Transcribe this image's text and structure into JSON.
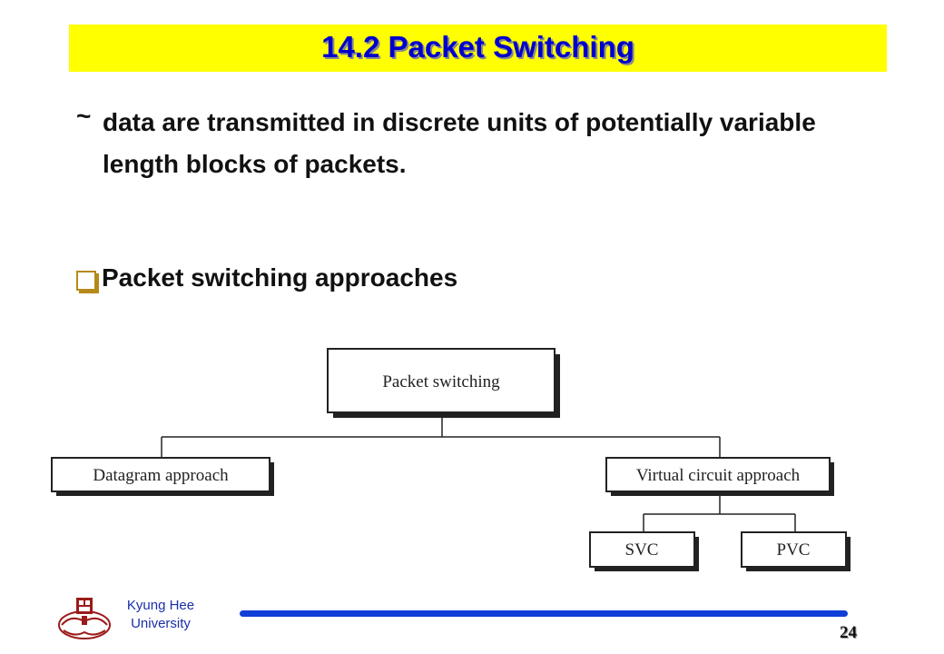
{
  "title": "14.2 Packet Switching",
  "bullet": {
    "marker": "~",
    "text": "data are transmitted in discrete units of potentially variable length blocks of packets."
  },
  "subheading": "Packet switching approaches",
  "diagram": {
    "root": "Packet switching",
    "children": [
      "Datagram approach",
      "Virtual circuit approach"
    ],
    "grandchildren": [
      "SVC",
      "PVC"
    ]
  },
  "footer": {
    "university_line1": "Kyung Hee",
    "university_line2": "University",
    "page_number": "24",
    "bar_color": "#0f3fd8"
  },
  "colors": {
    "title_bg": "#ffff00",
    "title_text": "#0000cc",
    "bullet_icon": "#b58a1a"
  }
}
